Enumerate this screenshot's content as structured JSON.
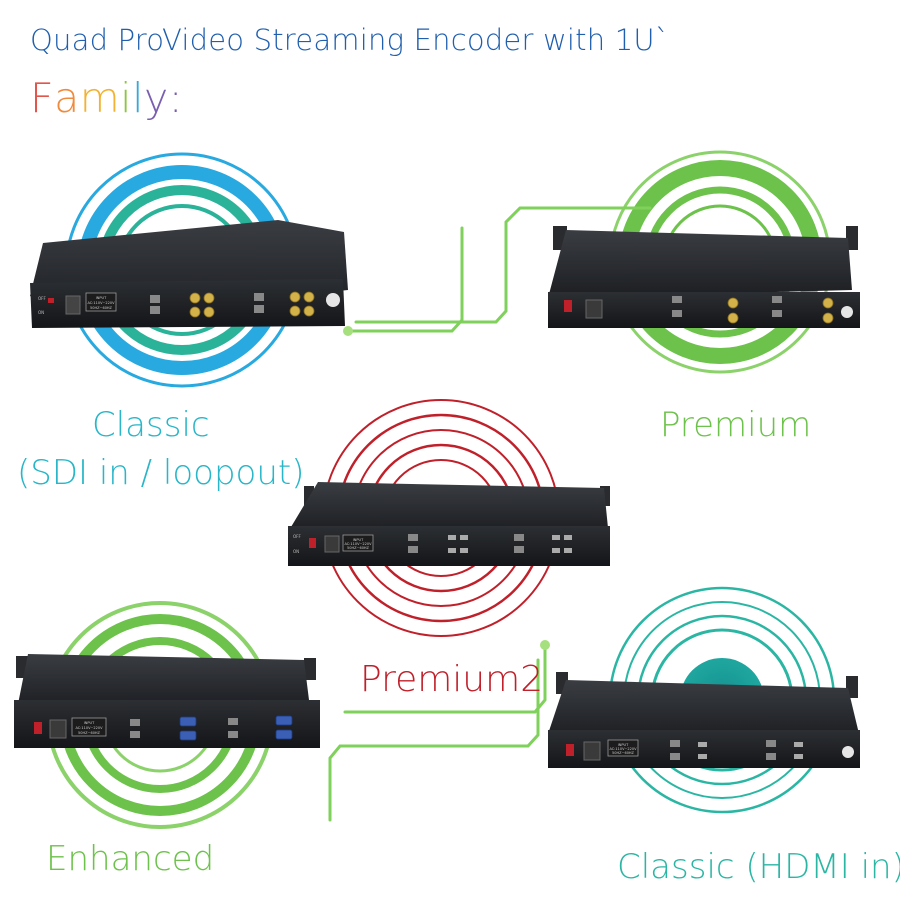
{
  "header": {
    "title": "Quad ProVideo Streaming Encoder with 1U`",
    "family_label": "Family:",
    "family_letters": [
      {
        "ch": "F",
        "color": "#e2554b"
      },
      {
        "ch": "a",
        "color": "#f08a3c"
      },
      {
        "ch": "m",
        "color": "#f2b233"
      },
      {
        "ch": "i",
        "color": "#8cc63f"
      },
      {
        "ch": "l",
        "color": "#37a9d8"
      },
      {
        "ch": "y",
        "color": "#7a5fb0"
      },
      {
        "ch": ":",
        "color": "#7a5fb0"
      }
    ]
  },
  "products": {
    "classic": {
      "name": "Classic",
      "subtitle": "(SDI in / loopout)",
      "accent": "#28a9df",
      "accent2": "#2bb39a",
      "panel": {
        "off": "OFF",
        "on": "ON",
        "input": "INPUT",
        "voltage": "AC:110V~220V",
        "freq": "50HZ~60HZ"
      }
    },
    "premium": {
      "name": "Premium",
      "accent": "#6cc24a"
    },
    "premium2": {
      "name": "Premium2",
      "accent": "#c0202a",
      "panel": {
        "off": "OFF",
        "on": "ON",
        "input": "INPUT",
        "voltage": "AC:110V~220V",
        "freq": "50HZ~60HZ"
      }
    },
    "enhanced": {
      "name": "Enhanced",
      "accent": "#6cc24a",
      "panel": {
        "input": "INPUT",
        "voltage": "AC:110V~220V",
        "freq": "50HZ~60HZ"
      }
    },
    "classic_hdmi": {
      "name": "Classic (HDMI in)",
      "accent": "#2bb6a4",
      "accent_fill": "#1f9e9a",
      "panel": {
        "input": "INPUT",
        "voltage": "AC:110V~220V",
        "freq": "50HZ~60HZ"
      }
    }
  },
  "connector_color": "#7fd15b"
}
